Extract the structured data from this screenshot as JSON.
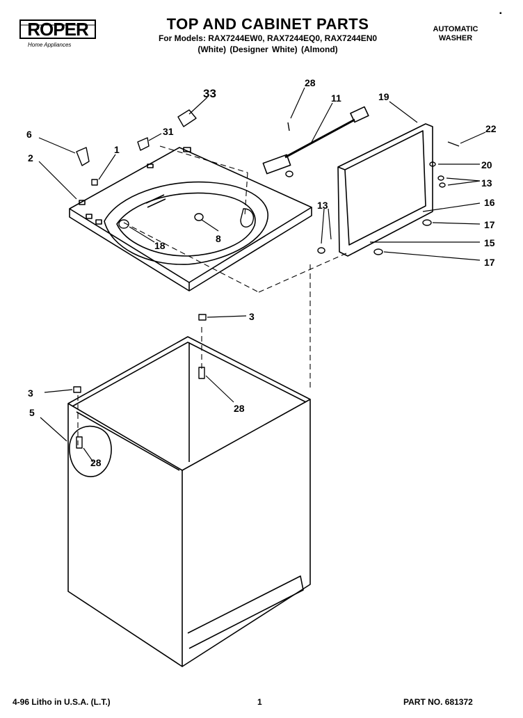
{
  "header": {
    "brand": "ROPER",
    "brand_sub": "Home Appliances",
    "title": "TOP AND CABINET PARTS",
    "models_line": "For Models: RAX7244EW0, RAX7244EQ0, RAX7244EN0",
    "colors_line": "(White)     (Designer White)  (Almond)",
    "product": "AUTOMATIC WASHER",
    "corner_mark": "▪"
  },
  "callouts": {
    "c33": "33",
    "c28a": "28",
    "c11": "11",
    "c19": "19",
    "c22": "22",
    "c6": "6",
    "c1": "1",
    "c31": "31",
    "c2": "2",
    "c20": "20",
    "c13a": "13",
    "c16": "16",
    "c13b": "13",
    "c17a": "17",
    "c15": "15",
    "c17b": "17",
    "c8": "8",
    "c18": "18",
    "c3a": "3",
    "c28b": "28",
    "c3b": "3",
    "c5": "5",
    "c28c": "28"
  },
  "footer": {
    "litho": "4-96 Litho in U.S.A. (L.T.)",
    "page": "1",
    "part_no": "PART NO. 681372"
  }
}
